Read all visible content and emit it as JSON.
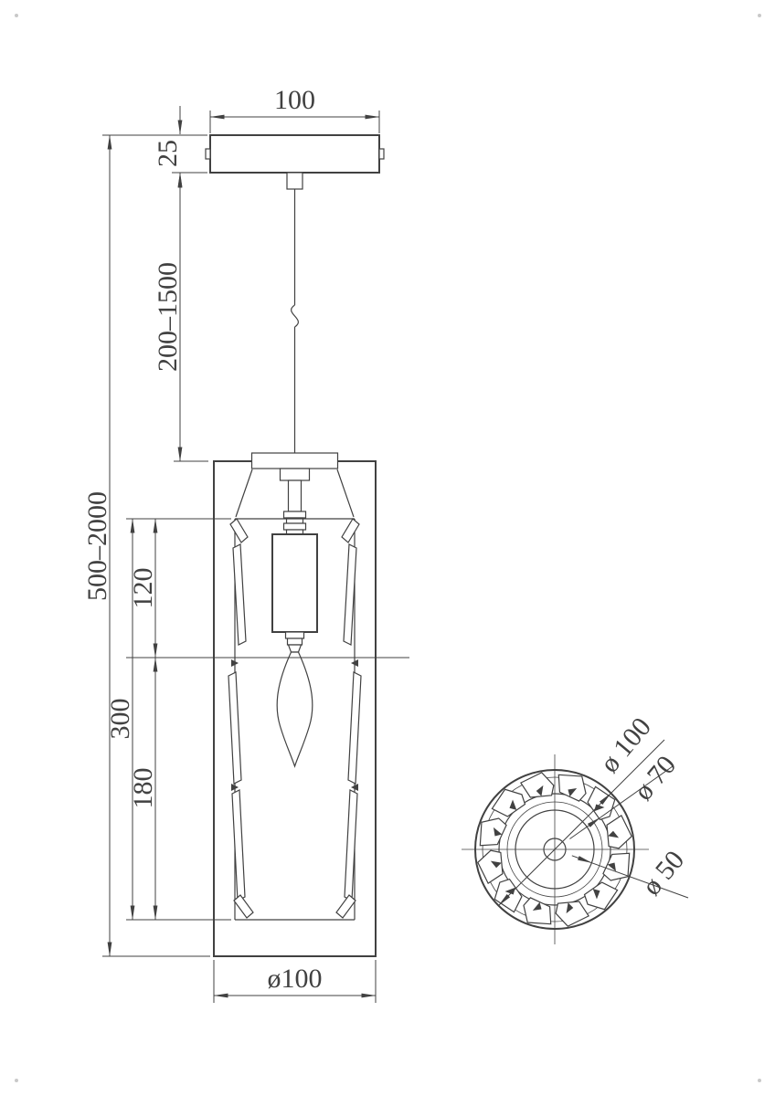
{
  "colors": {
    "line": "#414141",
    "background": "#ffffff",
    "mark": "#c9c9c9"
  },
  "front_view": {
    "canopy_width": "100",
    "canopy_height": "25",
    "suspension_length": "200–1500",
    "overall_height": "500–2000",
    "frame_upper_height": "120",
    "frame_total_height": "300",
    "frame_lower_height": "180",
    "shade_diameter": "ø100"
  },
  "top_view": {
    "outer_diameter": "ø 100",
    "middle_diameter": "ø 70",
    "inner_diameter": "ø 50"
  }
}
